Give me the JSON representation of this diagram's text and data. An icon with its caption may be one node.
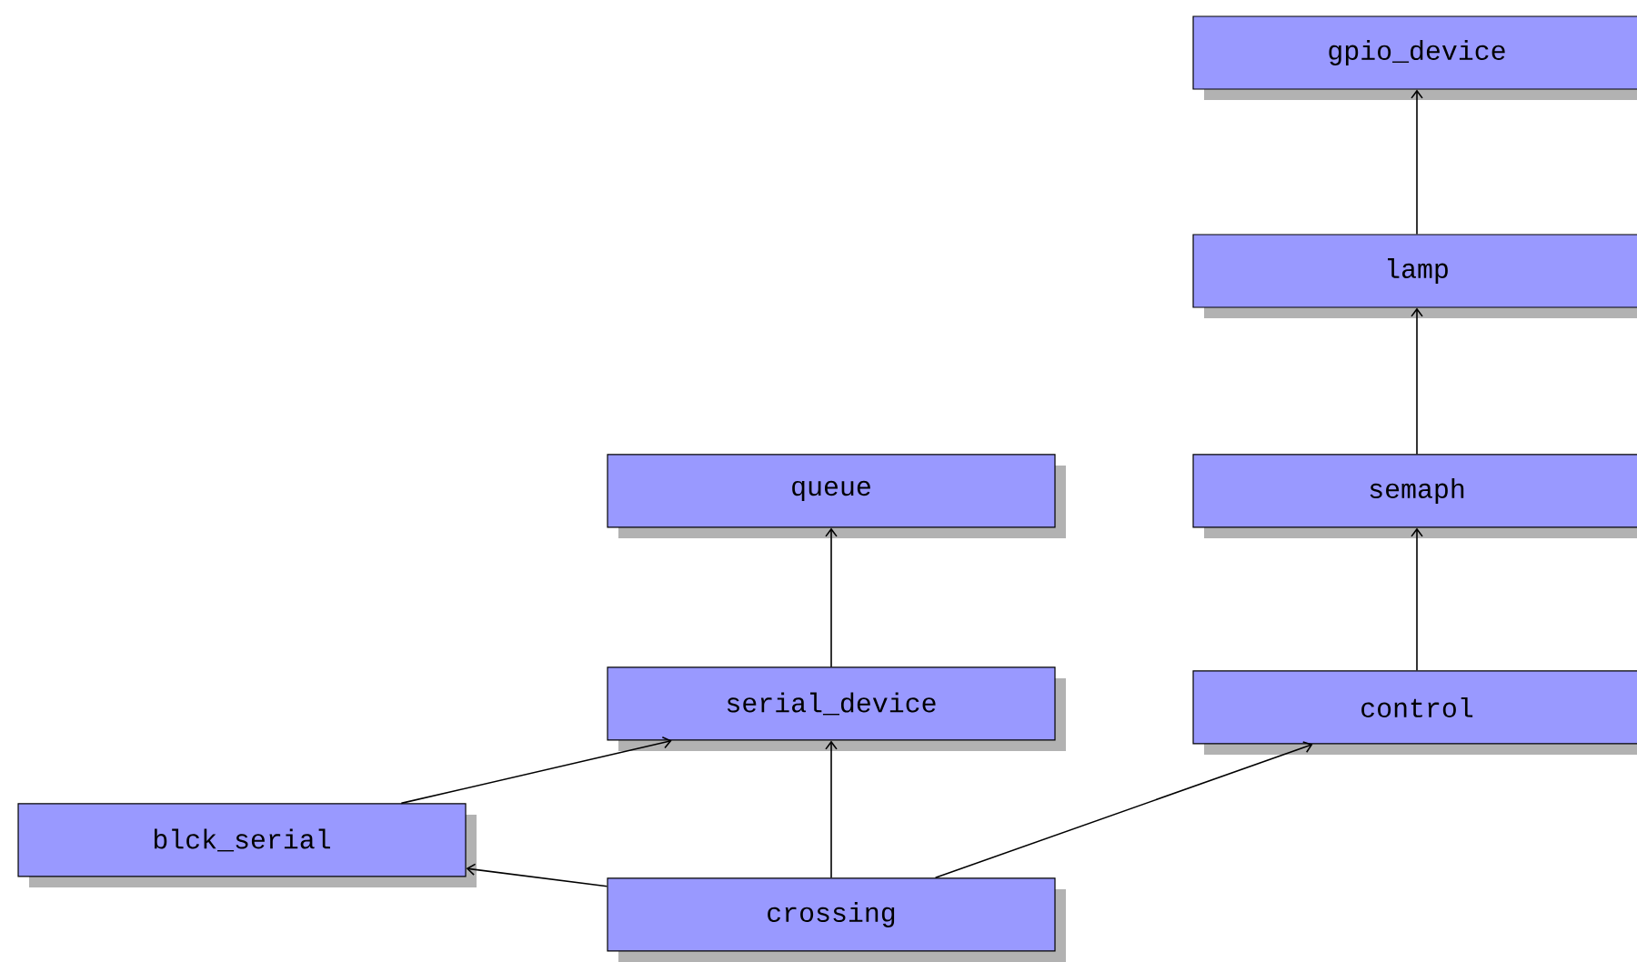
{
  "diagram": {
    "nodes": [
      {
        "text": [
          "gpio_device"
        ]
      },
      {
        "text": [
          "lamp"
        ]
      },
      {
        "text": [
          "semaph"
        ]
      },
      {
        "text": [
          "control"
        ]
      },
      {
        "text": [
          "queue"
        ]
      },
      {
        "text": [
          "serial_device"
        ]
      },
      {
        "text": [
          "blck_serial"
        ]
      },
      {
        "text": [
          "crossing"
        ]
      }
    ],
    "edges": [
      {
        "from": 1,
        "to": 0,
        "arrow": "to"
      },
      {
        "from": 2,
        "to": 1,
        "arrow": "to"
      },
      {
        "from": 3,
        "to": 2,
        "arrow": "to"
      },
      {
        "from": 5,
        "to": 4,
        "arrow": "to"
      },
      {
        "from": 6,
        "to": 5,
        "arrow": "to"
      },
      {
        "from": 7,
        "to": 5,
        "arrow": "to"
      },
      {
        "from": 7,
        "to": 3,
        "arrow": "to"
      },
      {
        "from": 7,
        "to": 6,
        "arrow": "to"
      }
    ]
  }
}
